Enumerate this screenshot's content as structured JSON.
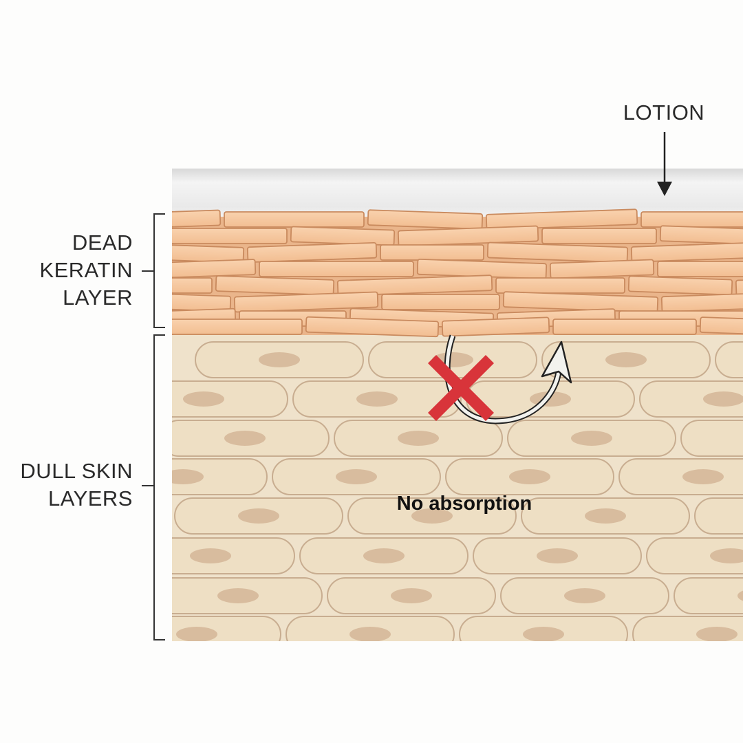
{
  "labels": {
    "lotion": "LOTION",
    "keratin_line1": "DEAD",
    "keratin_line2": "KERATIN",
    "keratin_line3": "LAYER",
    "dull_line1": "DULL SKIN",
    "dull_line2": "LAYERS",
    "no_absorption": "No absorption"
  },
  "colors": {
    "lotion": "#e6e6e6",
    "keratin": "#f6c9a0",
    "keratin_edge": "#c98a5e",
    "cell_fill": "#eedfc4",
    "cell_edge": "#c8ad90",
    "nucleus": "#d8bc9e",
    "x_mark": "#d8343a"
  }
}
